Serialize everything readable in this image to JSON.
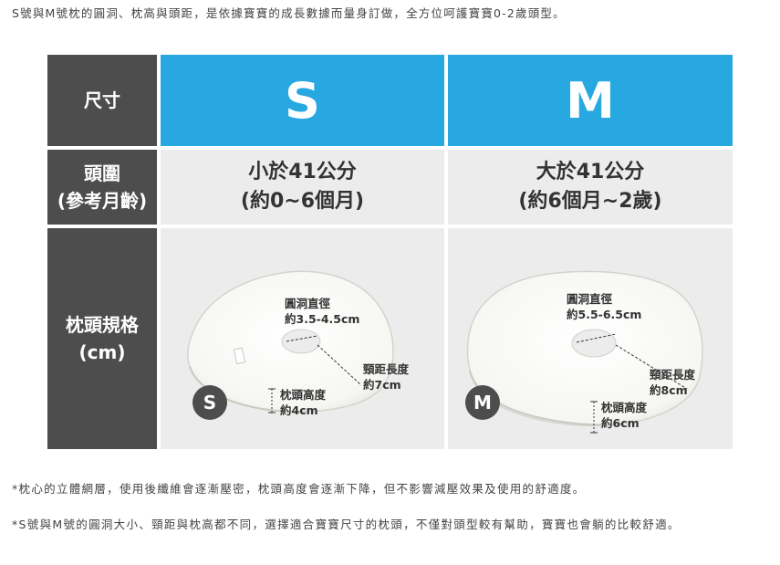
{
  "intro_text": "S號與M號枕的圓洞、枕高與頭距，是依據寶寶的成長數據而量身訂做，全方位呵護寶寶0-2歲頭型。",
  "table": {
    "header_label": "尺寸",
    "size_s": "S",
    "size_m": "M",
    "row_head": {
      "line1": "頭圍",
      "line2": "(參考月齡)"
    },
    "s_head": {
      "line1": "小於41公分",
      "line2": "(約0~6個月)"
    },
    "m_head": {
      "line1": "大於41公分",
      "line2": "(約6個月~2歲)"
    },
    "row_spec": {
      "line1": "枕頭規格",
      "line2": "(cm)"
    },
    "s_spec": {
      "badge": "S",
      "hole_title": "圓洞直徑",
      "hole_value": "約3.5-4.5cm",
      "dist_title": "頸距長度",
      "dist_value": "約7cm",
      "height_title": "枕頭高度",
      "height_value": "約4cm"
    },
    "m_spec": {
      "badge": "M",
      "hole_title": "圓洞直徑",
      "hole_value": "約5.5-6.5cm",
      "dist_title": "頸距長度",
      "dist_value": "約8cm",
      "height_title": "枕頭高度",
      "height_value": "約6cm"
    }
  },
  "notes": [
    "*枕心的立體網層，使用後纖維會逐漸壓密，枕頭高度會逐漸下降，但不影響減壓效果及使用的舒適度。",
    "*S號與M號的圓洞大小、頸距與枕高都不同，選擇適合寶寶尺寸的枕頭，不僅對頭型較有幫助，寶寶也會躺的比較舒適。"
  ],
  "colors": {
    "header_dark": "#4d4d4d",
    "header_blue": "#28a8e0",
    "body_gray": "#ececec"
  }
}
